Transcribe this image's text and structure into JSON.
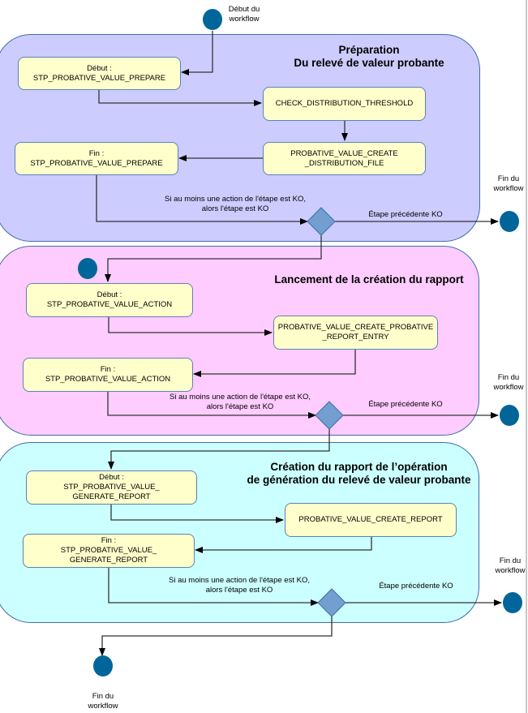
{
  "colors": {
    "lane_preparation": "#ccccff",
    "lane_lancement": "#ffccff",
    "lane_creation": "#ccffff",
    "node_fill": "#ffffcc",
    "terminal": "#006699",
    "decision": "#729fcf"
  },
  "start": {
    "label_line1": "Début du",
    "label_line2": "workflow"
  },
  "lanes": [
    {
      "title_line1": "Préparation",
      "title_line2": "Du relevé de valeur probante",
      "nodes": {
        "start_step": {
          "line1": "Début :",
          "line2": "STP_PROBATIVE_VALUE_PREPARE"
        },
        "action1": {
          "line1": "CHECK_DISTRIBUTION_THRESHOLD"
        },
        "action2": {
          "line1": "PROBATIVE_VALUE_CREATE",
          "line2": "_DISTRIBUTION_FILE"
        },
        "end_step": {
          "line1": "Fin :",
          "line2": "STP_PROBATIVE_VALUE_PREPARE"
        }
      },
      "condition_line1": "Si au moins une action de l'étape est KO,",
      "condition_line2": "alors  l'étape est KO",
      "ko_label": "Étape précédente KO",
      "end_label_line1": "Fin du",
      "end_label_line2": "workflow"
    },
    {
      "title_line1": "Lancement de la création du rapport",
      "nodes": {
        "start_step": {
          "line1": "Début :",
          "line2": "STP_PROBATIVE_VALUE_ACTION"
        },
        "action1": {
          "line1": "PROBATIVE_VALUE_CREATE_PROBATIVE",
          "line2": "_REPORT_ENTRY"
        },
        "end_step": {
          "line1": "Fin :",
          "line2": "STP_PROBATIVE_VALUE_ACTION"
        }
      },
      "condition_line1": "Si au moins une action de l'étape est KO,",
      "condition_line2": "alors  l'étape est KO",
      "ko_label": "Étape précédente KO",
      "end_label_line1": "Fin du",
      "end_label_line2": "workflow"
    },
    {
      "title_line1": "Création du rapport de l’opération",
      "title_line2": "de génération du relevé de valeur probante",
      "nodes": {
        "start_step": {
          "line1": "Début :",
          "line2": "STP_PROBATIVE_VALUE_",
          "line3": "GENERATE_REPORT"
        },
        "action1": {
          "line1": "PROBATIVE_VALUE_CREATE_REPORT"
        },
        "end_step": {
          "line1": "Fin :",
          "line2": "STP_PROBATIVE_VALUE_",
          "line3": "GENERATE_REPORT"
        }
      },
      "condition_line1": "Si au moins une action de l'étape est KO,",
      "condition_line2": "alors  l'étape est KO",
      "ko_label": "Étape précédente KO",
      "end_label_line1": "Fin du",
      "end_label_line2": "workflow"
    }
  ],
  "final_end": {
    "label_line1": "Fin du",
    "label_line2": "workflow"
  }
}
